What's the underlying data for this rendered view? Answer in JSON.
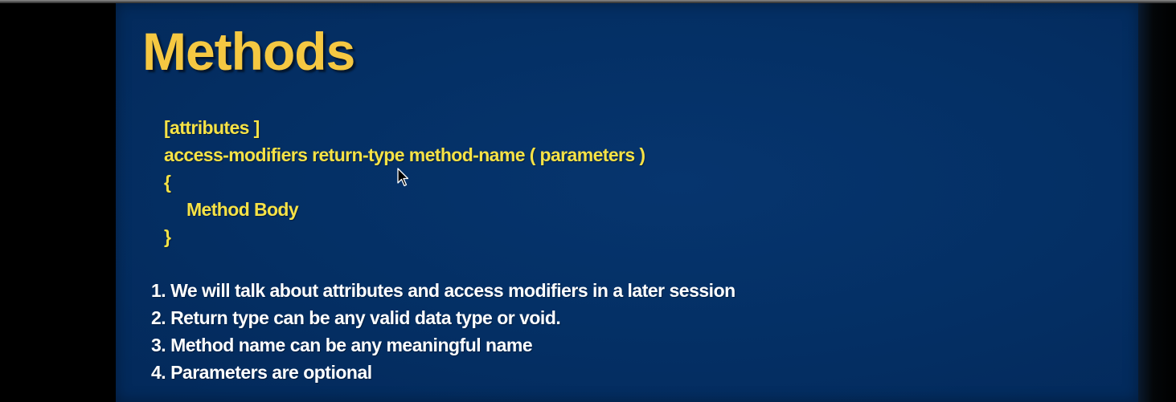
{
  "slide": {
    "title": "Methods",
    "syntax": {
      "line_attributes": "[attributes ]",
      "line_signature": "access-modifiers return-type method-name ( parameters )",
      "open_brace": "{",
      "body_label": "Method Body",
      "close_brace": "}"
    },
    "notes": [
      "1. We will talk about attributes and access modifiers in a later session",
      "2. Return type can be any valid data type or void.",
      "3. Method name can be any meaningful name",
      "4. Parameters are optional"
    ]
  },
  "colors": {
    "title": "#f5c842",
    "code": "#f6e246",
    "notes": "#ffffff",
    "slide_background": "#042f64"
  },
  "icons": {
    "cursor": "mouse-pointer-icon"
  }
}
